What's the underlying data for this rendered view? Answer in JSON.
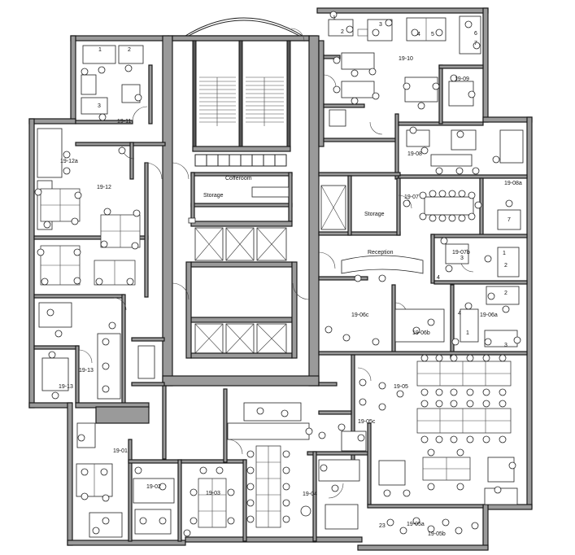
{
  "rooms": {
    "r19_11": "19-11",
    "r19_10": "19-10",
    "r19_09": "19-09",
    "r19_08": "19-08",
    "r19_12a": "19-12a",
    "r19_12": "19-12",
    "r19_08a": "19-08a",
    "r19_07": "19-07",
    "r19_07b": "19-07b",
    "r19_06c": "19-06c",
    "r19_06b": "19-06b",
    "r19_06a": "19-06a",
    "r19_05": "19-05",
    "r19_05c": "19-05c",
    "r19_13": "19-13",
    "r19_13b": "19-13",
    "r19_01": "19-01",
    "r19_02": "19-02",
    "r19_03": "19-03",
    "r19_04": "19-04",
    "r19_05a": "19-05a",
    "r19_05b": "19-05b",
    "coffeeroom": "Cofferoom",
    "storage_left": "Storage",
    "storage_right": "Storage",
    "reception": "Reception"
  },
  "numbers": {
    "n1_top": "1",
    "n2_top": "2",
    "n3_left": "3",
    "n1_r10": "1",
    "n2_r10": "2",
    "n3_r10": "3",
    "n4_r10": "4",
    "n5_r10": "5",
    "n6_r10": "6",
    "n7_r10": "7",
    "n7_r08a": "7",
    "n1_r07b": "1",
    "n2_r07b": "2",
    "n3_r07b": "3",
    "n4_r07b": "4",
    "n1_r06a": "1",
    "n2_r06a": "2",
    "n3_r06a": "3",
    "n4_r06a": "4",
    "n23": "23"
  }
}
